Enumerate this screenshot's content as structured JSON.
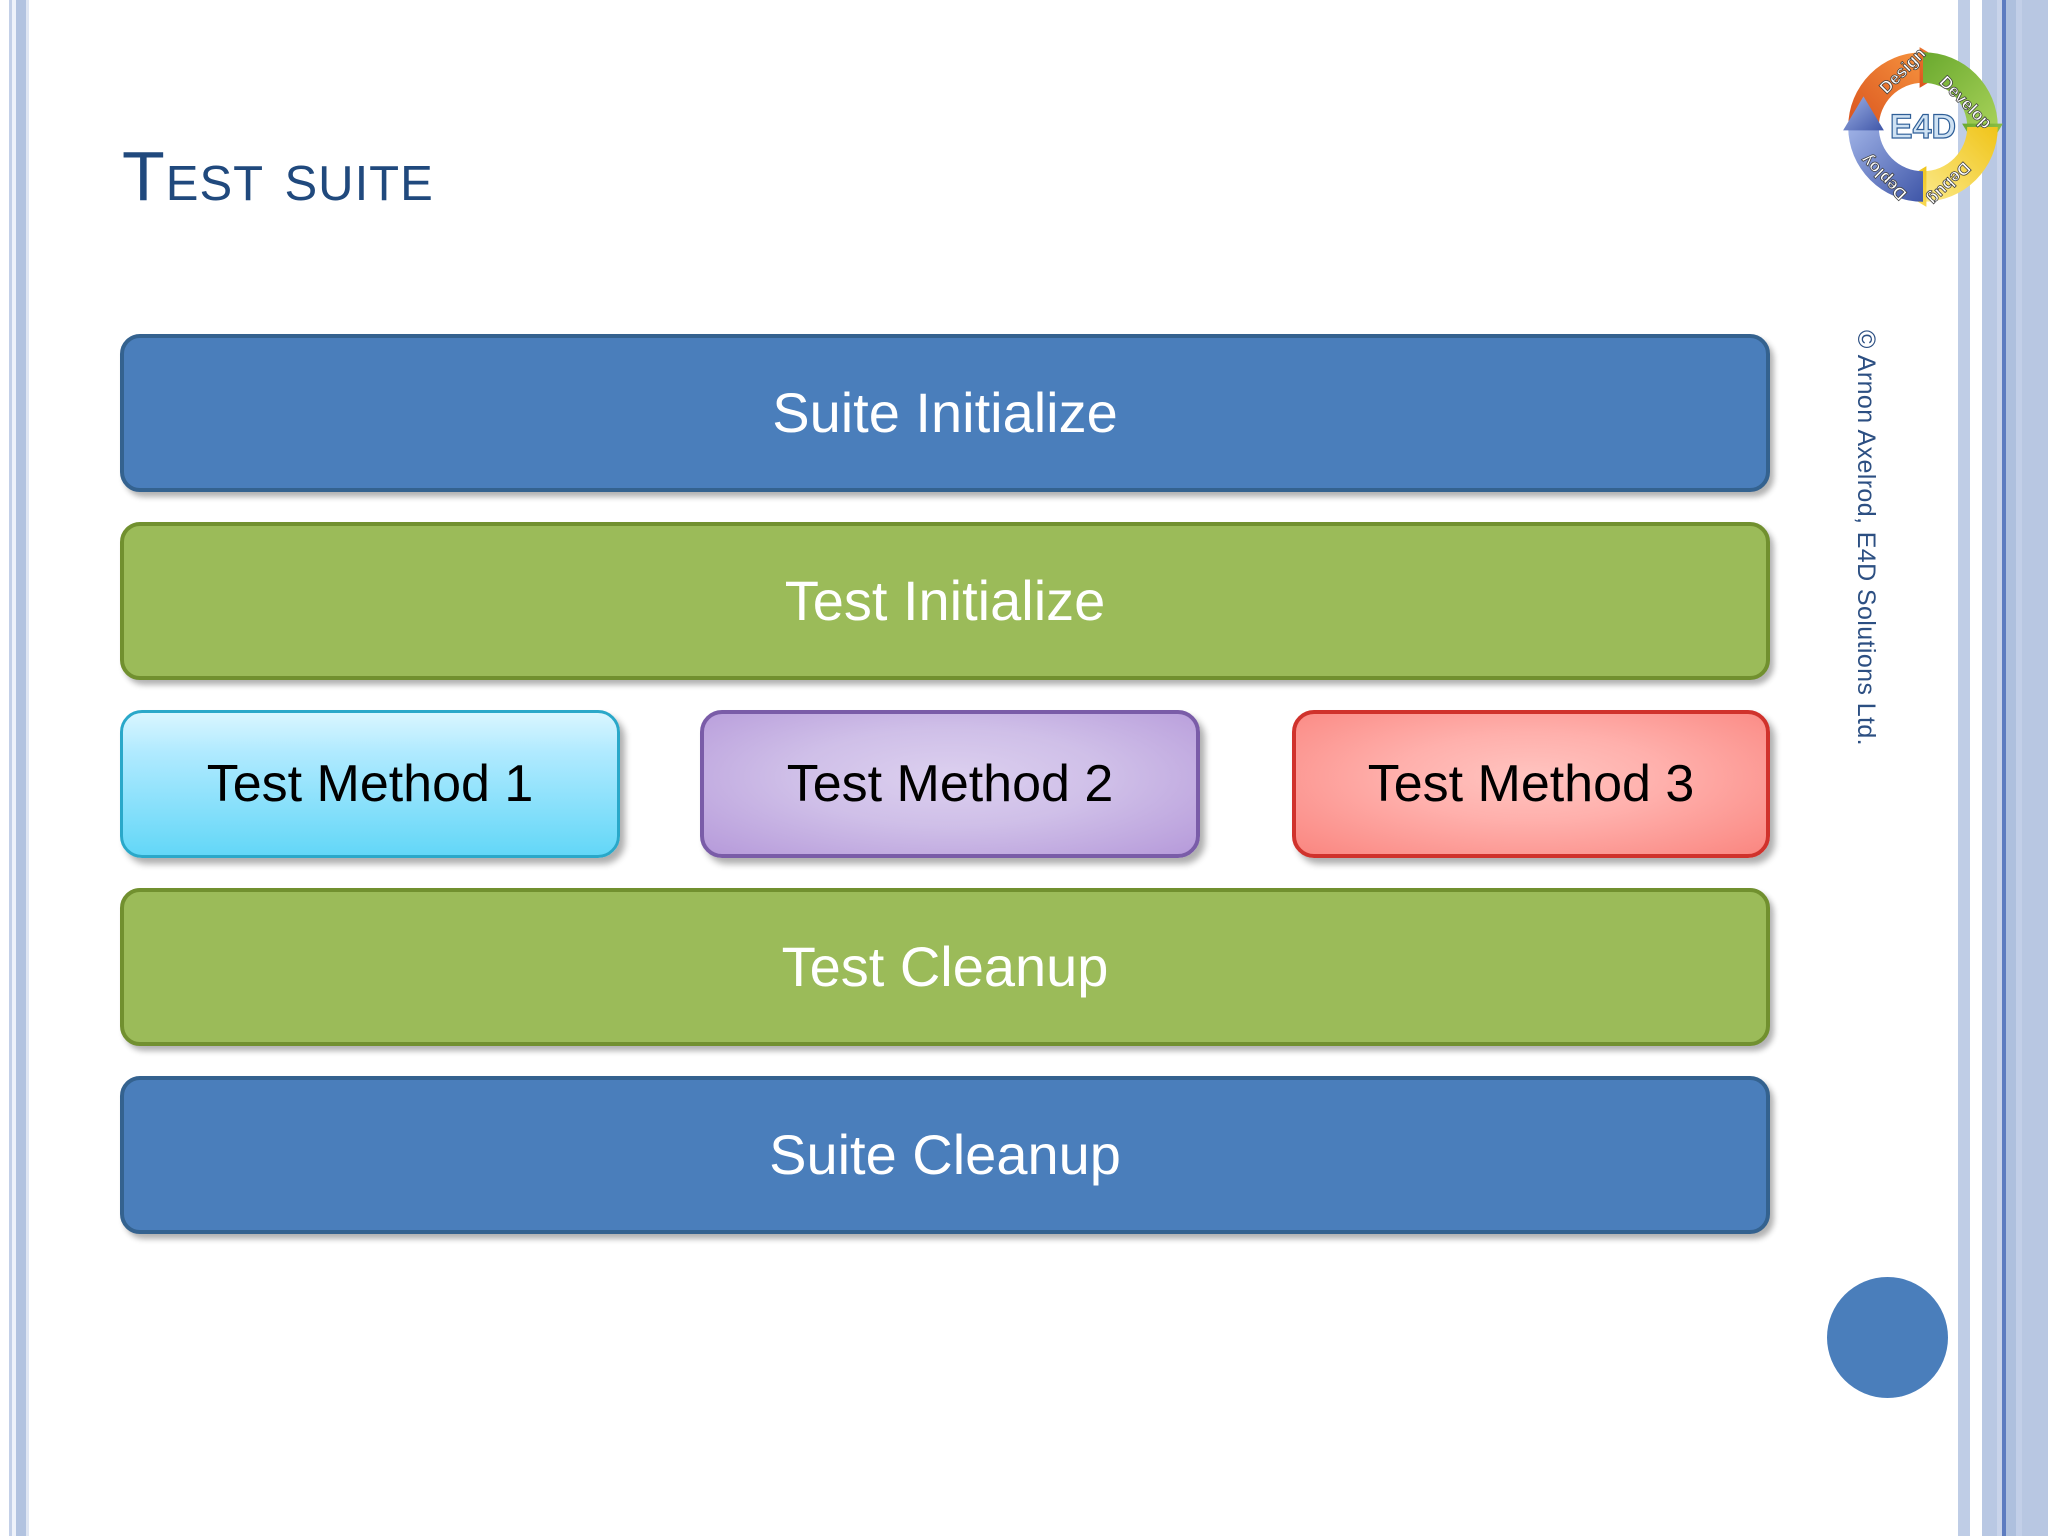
{
  "slide": {
    "title": "Test suite",
    "copyright": "© Arnon Axelrod, E4D Solutions Ltd.",
    "title_color": "#20497D",
    "background": "#FFFFFF"
  },
  "logo": {
    "name": "e4d-cycle-logo",
    "center_text": "E4D",
    "segments": [
      {
        "label": "Design",
        "color": "#E8722A"
      },
      {
        "label": "Develop",
        "color": "#7DBB3F"
      },
      {
        "label": "Debug",
        "color": "#F2D23A"
      },
      {
        "label": "Deploy",
        "color": "#7D92D4"
      }
    ]
  },
  "diagram": {
    "type": "nested-lifecycle-bars",
    "rows": [
      {
        "kind": "bar",
        "label": "Suite Initialize",
        "style": "blue",
        "fill": "#4A7EBB",
        "border": "#34628F",
        "text_color": "#FFFFFF"
      },
      {
        "kind": "bar",
        "label": "Test Initialize",
        "style": "green",
        "fill": "#9BBB59",
        "border": "#71902F",
        "text_color": "#FFFFFF"
      },
      {
        "kind": "method-row",
        "methods": [
          {
            "label": "Test Method 1",
            "style": "cyan",
            "fill": "#63D7F7",
            "border": "#2AA8C9",
            "text_color": "#000000"
          },
          {
            "label": "Test Method 2",
            "style": "purple",
            "fill": "#B69ADA",
            "border": "#7A5CA8",
            "text_color": "#000000"
          },
          {
            "label": "Test Method 3",
            "style": "red",
            "fill": "#FA8680",
            "border": "#D0322C",
            "text_color": "#000000"
          }
        ]
      },
      {
        "kind": "bar",
        "label": "Test Cleanup",
        "style": "green",
        "fill": "#9BBB59",
        "border": "#71902F",
        "text_color": "#FFFFFF"
      },
      {
        "kind": "bar",
        "label": "Suite Cleanup",
        "style": "blue",
        "fill": "#4A7EBB",
        "border": "#34628F",
        "text_color": "#FFFFFF"
      }
    ]
  },
  "decorations": {
    "corner_dot_color": "#4A7EBB",
    "left_stripe_color": "#B2C3E0",
    "right_stripe_color": "#B8C7E2"
  }
}
